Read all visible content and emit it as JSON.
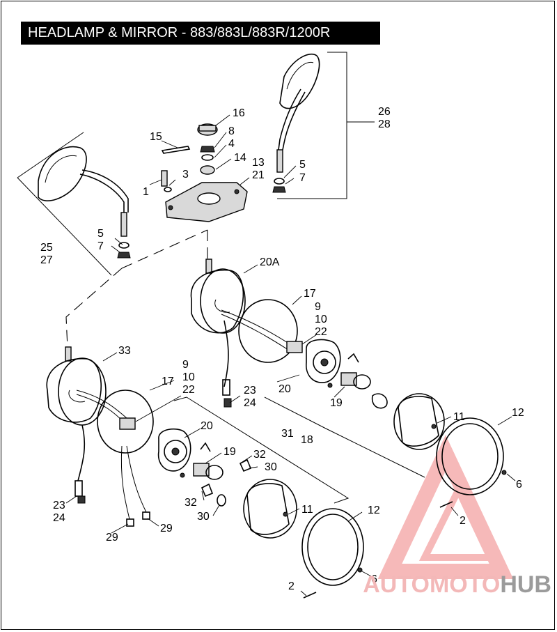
{
  "title": "HEADLAMP & MIRROR - 883/883L/883R/1200R",
  "watermark": {
    "part1": "AUTO",
    "part2": "MOTO",
    "part3": "HUB",
    "accent": "#f08080",
    "grey": "#8c8c8c"
  },
  "labels": {
    "l1": "1",
    "l2a": "2",
    "l2b": "2",
    "l3": "3",
    "l4": "4",
    "l5a": "5",
    "l5b": "5",
    "l6a": "6",
    "l6b": "6",
    "l7a": "7",
    "l7b": "7",
    "l8": "8",
    "l9a": "9",
    "l10a": "10",
    "l9b": "9",
    "l10b": "10",
    "l11a": "11",
    "l11b": "11",
    "l12a": "12",
    "l12b": "12",
    "l13": "13",
    "l14": "14",
    "l15": "15",
    "l16": "16",
    "l17a": "17",
    "l17b": "17",
    "l18": "18",
    "l19a": "19",
    "l19b": "19",
    "l20a": "20",
    "l20b": "20",
    "l20A": "20A",
    "l21": "21",
    "l22a": "22",
    "l22b": "22",
    "l23a": "23",
    "l24a": "24",
    "l23b": "23",
    "l24b": "24",
    "l25": "25",
    "l27": "27",
    "l26": "26",
    "l28": "28",
    "l29a": "29",
    "l29b": "29",
    "l30a": "30",
    "l30b": "30",
    "l31": "31",
    "l32a": "32",
    "l32b": "32",
    "l33": "33"
  }
}
